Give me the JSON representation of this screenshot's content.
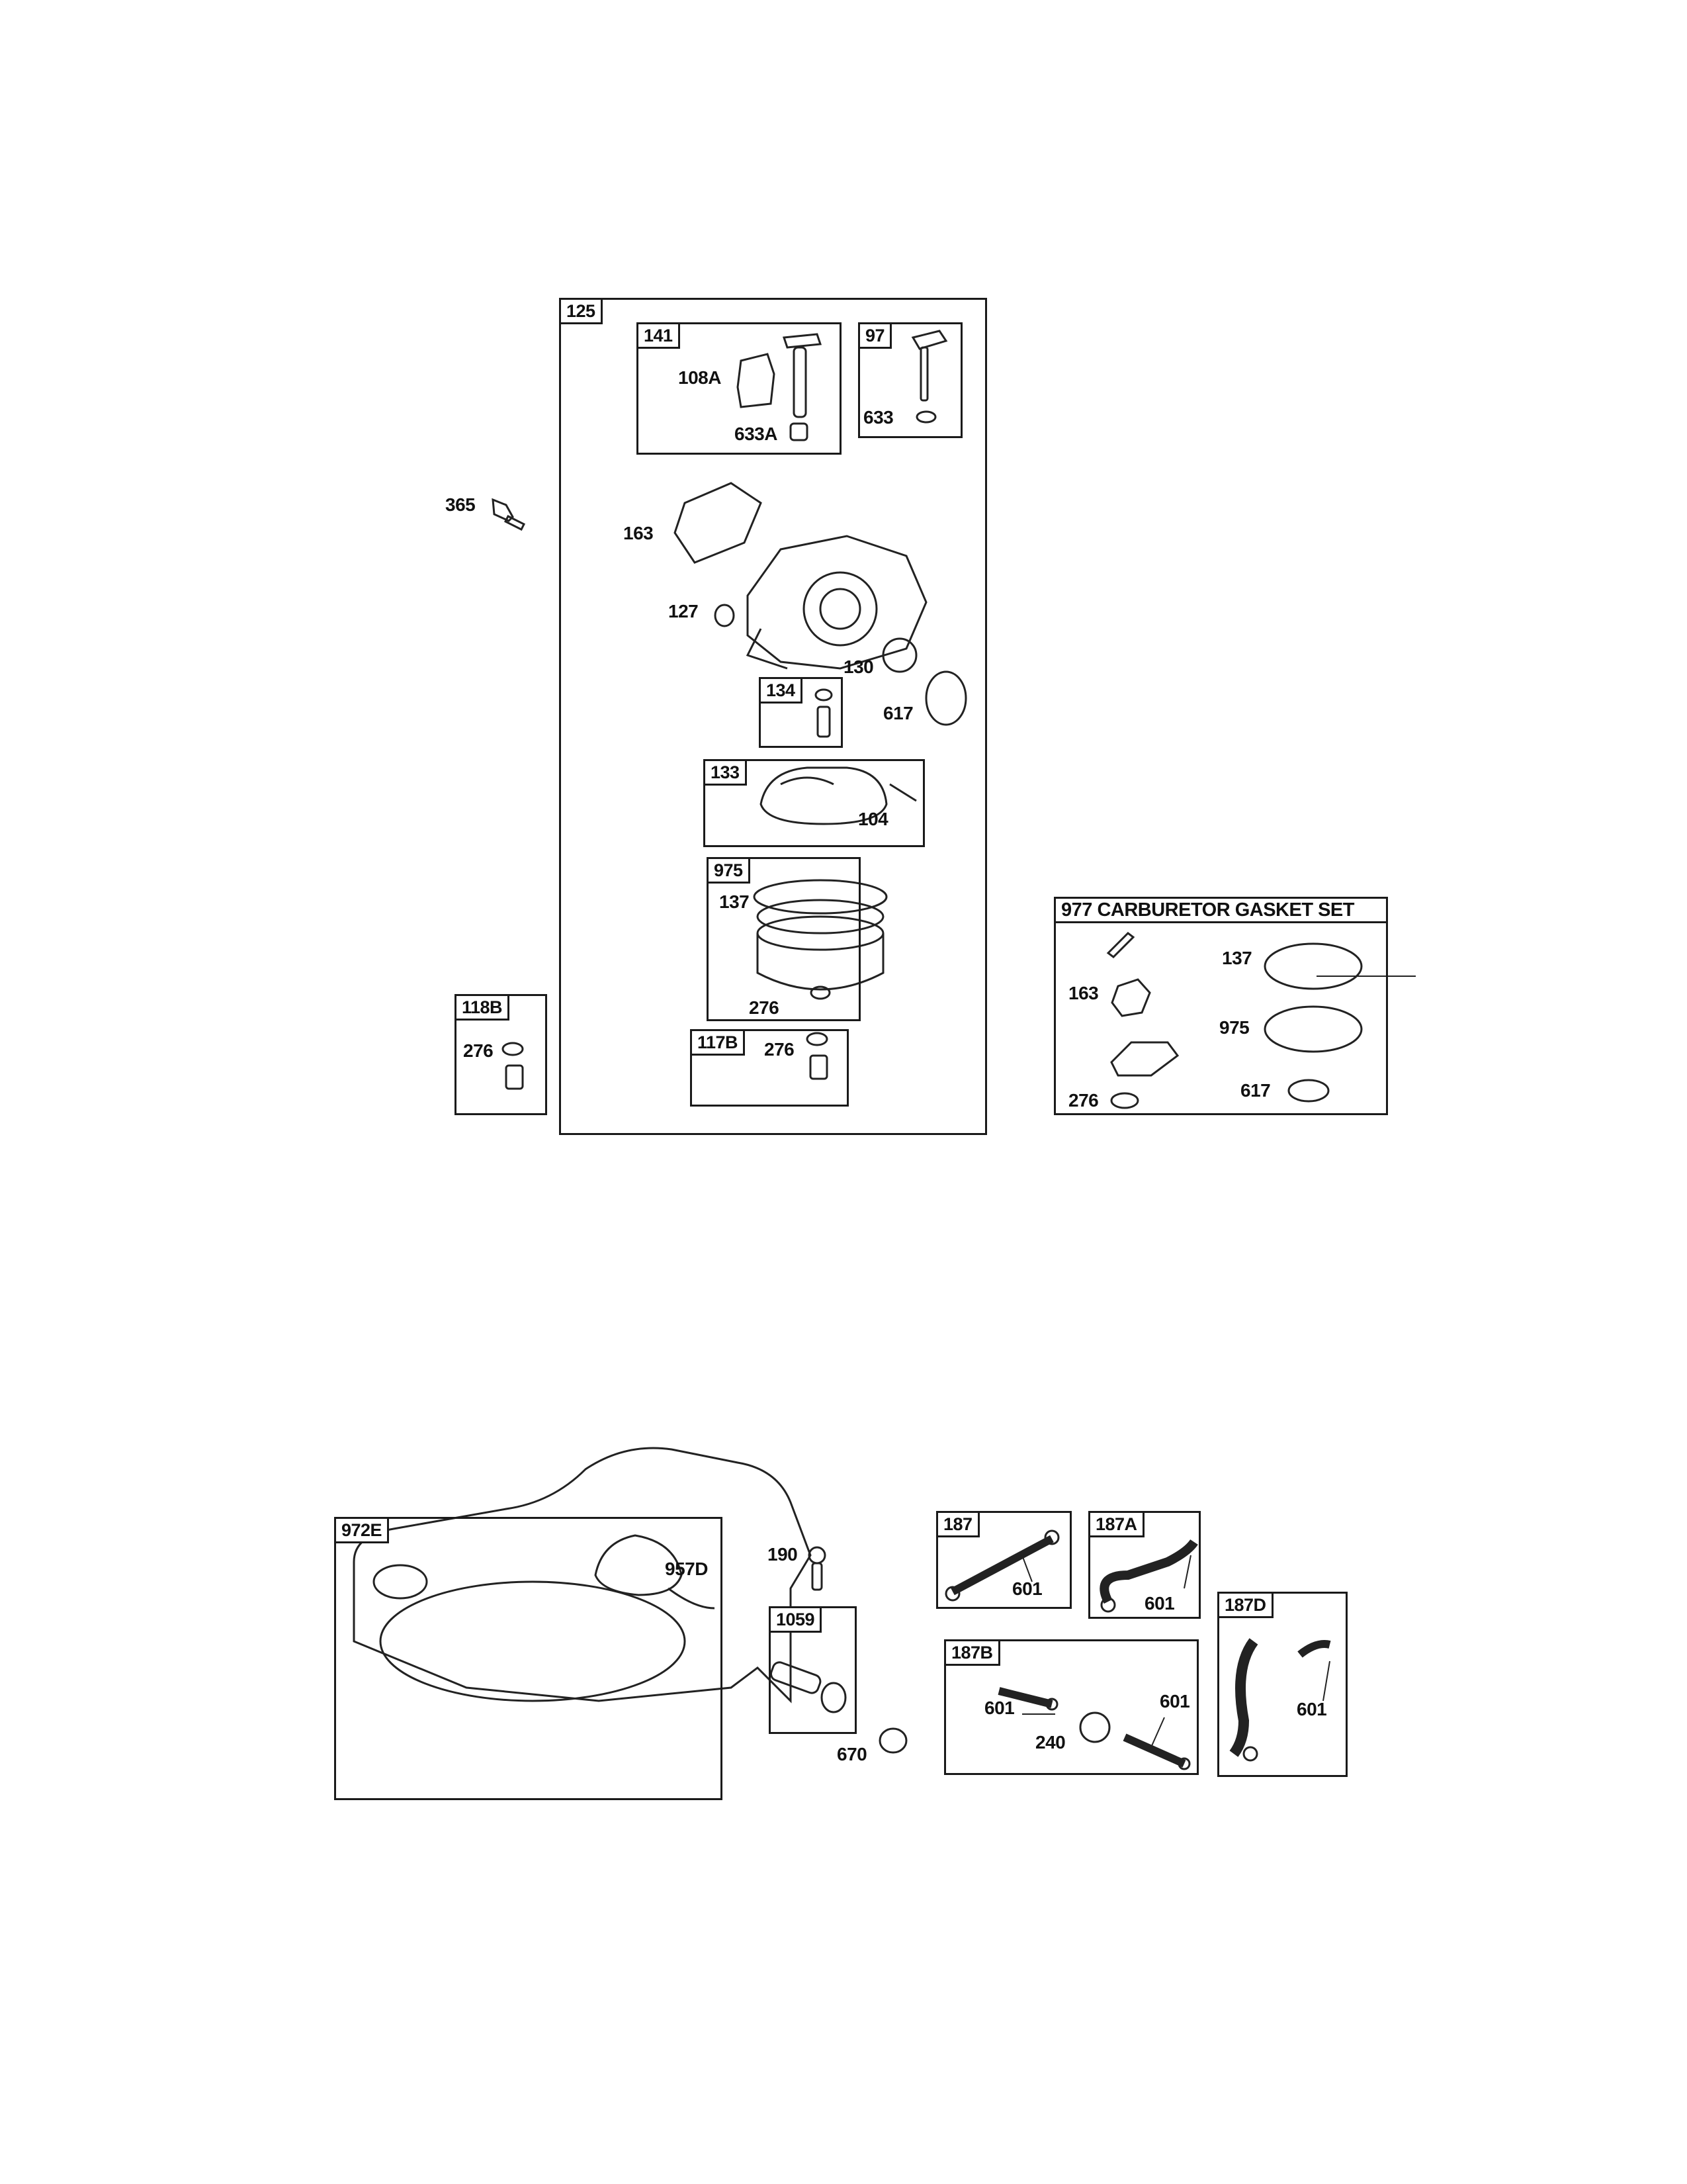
{
  "callouts": {
    "c365": "365",
    "c125": "125",
    "c141": "141",
    "c108A": "108A",
    "c633A": "633A",
    "c97": "97",
    "c633": "633",
    "c163": "163",
    "c127": "127",
    "c130": "130",
    "c617": "617",
    "c134": "134",
    "c133": "133",
    "c104": "104",
    "c975": "975",
    "c137": "137",
    "c276a": "276",
    "c118B": "118B",
    "c276b": "276",
    "c117B": "117B",
    "c276c": "276",
    "g977": "977 CARBURETOR GASKET SET",
    "g137": "137",
    "g163": "163",
    "g975": "975",
    "g276": "276",
    "g617": "617",
    "c972E": "972E",
    "c957D": "957D",
    "c190": "190",
    "c1059": "1059",
    "c670": "670",
    "c187": "187",
    "c601a": "601",
    "c187A": "187A",
    "c601b": "601",
    "c187B": "187B",
    "c601c": "601",
    "c601d": "601",
    "c240": "240",
    "c187D": "187D",
    "c601e": "601"
  }
}
